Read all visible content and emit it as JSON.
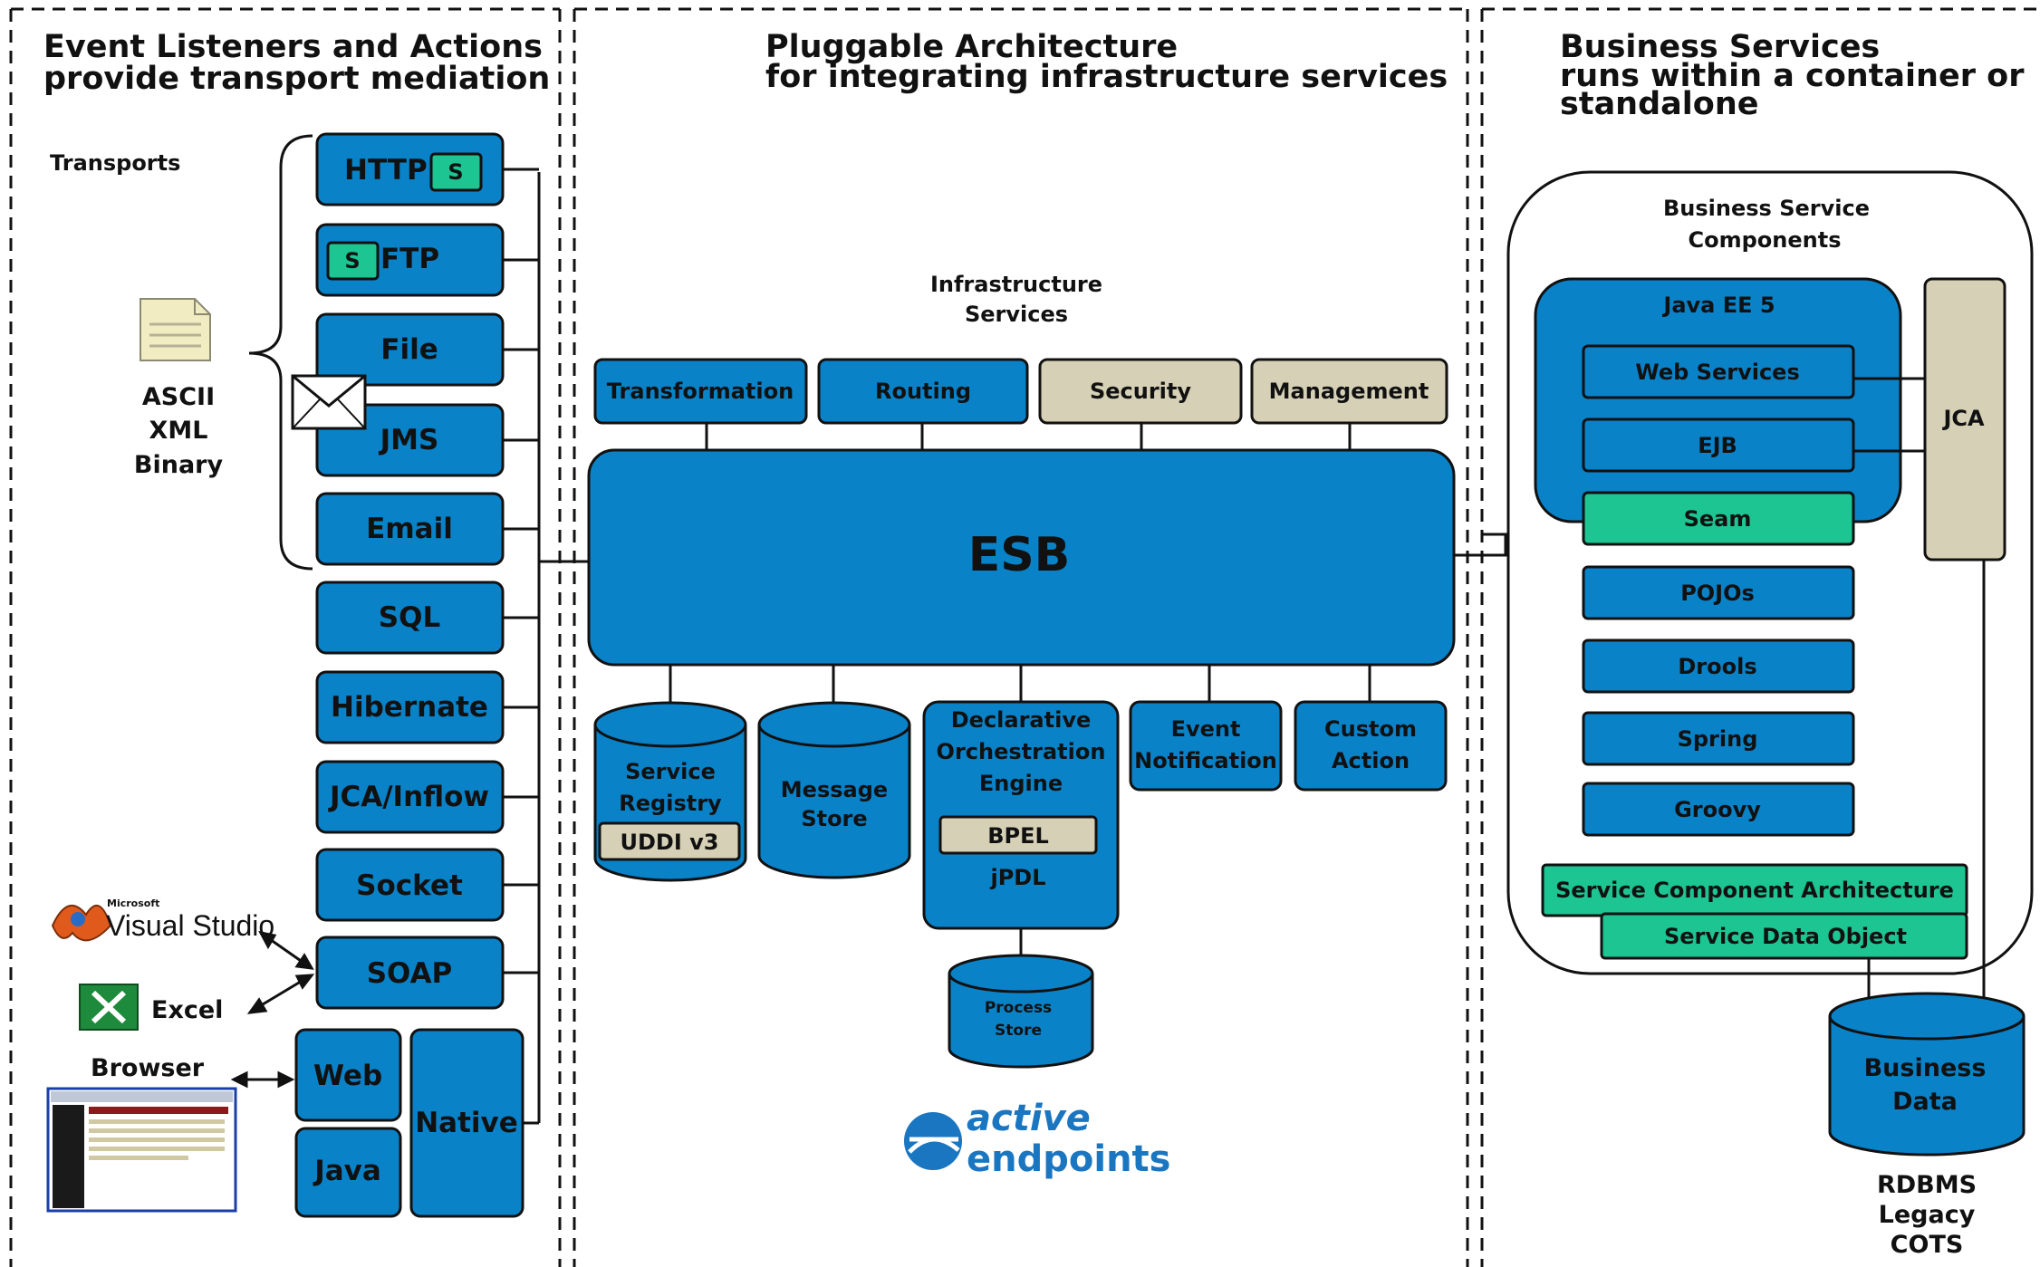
{
  "columns": {
    "left": {
      "title_line1": "Event Listeners and Actions",
      "title_line2": "provide transport mediation"
    },
    "middle": {
      "title_line1": "Pluggable Architecture",
      "title_line2": "for integrating infrastructure services"
    },
    "right": {
      "title_line1": "Business Services",
      "title_line2": "runs within a container or",
      "title_line3": "standalone"
    }
  },
  "transports": {
    "label": "Transports",
    "formats": [
      "ASCII",
      "XML",
      "Binary"
    ],
    "items": [
      "HTTP",
      "FTP",
      "File",
      "JMS",
      "Email",
      "SQL",
      "Hibernate",
      "JCA/Inflow",
      "Socket",
      "SOAP"
    ],
    "secure_badge": "S",
    "web": "Web",
    "java": "Java",
    "native": "Native"
  },
  "clients": {
    "visual_studio_brand": "Microsoft",
    "visual_studio": "Visual Studio",
    "excel": "Excel",
    "browser": "Browser"
  },
  "infrastructure": {
    "label_line1": "Infrastructure",
    "label_line2": "Services",
    "services": [
      {
        "label": "Transformation",
        "style": "blue"
      },
      {
        "label": "Routing",
        "style": "blue"
      },
      {
        "label": "Security",
        "style": "tan"
      },
      {
        "label": "Management",
        "style": "tan"
      }
    ]
  },
  "esb": {
    "label": "ESB"
  },
  "esb_components": {
    "service_registry": [
      "Service",
      "Registry"
    ],
    "uddi": "UDDI v3",
    "message_store": [
      "Message",
      "Store"
    ],
    "orchestration": [
      "Declarative",
      "Orchestration",
      "Engine"
    ],
    "bpel": "BPEL",
    "jpdl": "jPDL",
    "event_notification": [
      "Event",
      "Notification"
    ],
    "custom_action": [
      "Custom",
      "Action"
    ],
    "process_store": [
      "Process",
      "Store"
    ]
  },
  "logo": {
    "line1": "active",
    "line2": "endpoints"
  },
  "business": {
    "components_label_line1": "Business Service",
    "components_label_line2": "Components",
    "java_ee": "Java EE 5",
    "web_services": "Web Services",
    "ejb": "EJB",
    "seam": "Seam",
    "jca": "JCA",
    "pojos": "POJOs",
    "drools": "Drools",
    "spring": "Spring",
    "groovy": "Groovy",
    "sca": "Service Component Architecture",
    "sdo": "Service Data Object",
    "business_data": [
      "Business",
      "Data"
    ],
    "systems": [
      "RDBMS",
      "Legacy",
      "COTS"
    ]
  },
  "colors": {
    "blue": "#0a82c8",
    "tan": "#d6d1b6",
    "green": "#1cc591",
    "logo": "#1a76c0"
  }
}
